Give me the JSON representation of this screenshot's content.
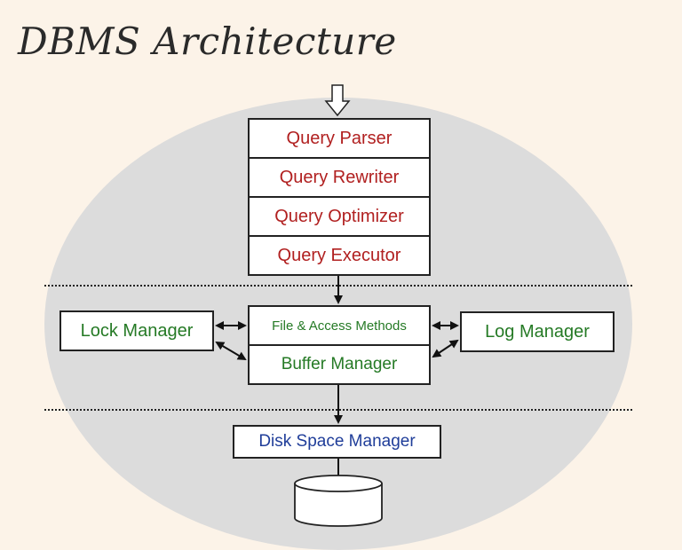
{
  "title": "DBMS Architecture",
  "query_layer": [
    "Query Parser",
    "Query Rewriter",
    "Query Optimizer",
    "Query Executor"
  ],
  "access_layer": {
    "file_access": "File & Access Methods",
    "buffer": "Buffer Manager"
  },
  "lock_manager": "Lock Manager",
  "log_manager": "Log Manager",
  "disk_space_manager": "Disk Space Manager",
  "colors": {
    "query_text": "#b12020",
    "manager_text": "#257a25",
    "disk_text": "#1f3d99",
    "background": "#fcf3e8",
    "ellipse": "#dcdcdc"
  }
}
